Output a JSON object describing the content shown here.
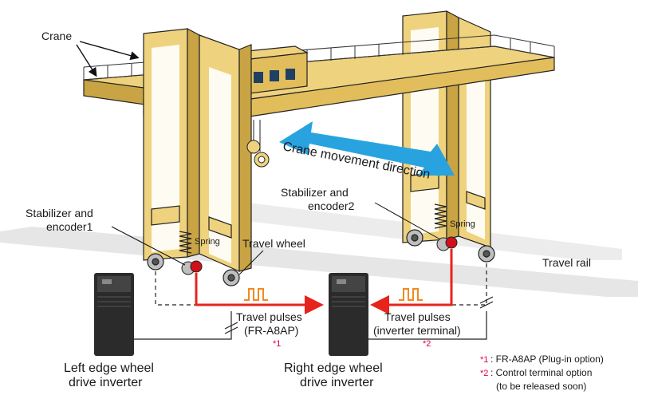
{
  "labels": {
    "crane": "Crane",
    "crane_direction": "Crane movement direction",
    "stabilizer1_line1": "Stabilizer and",
    "stabilizer1_line2": "encoder1",
    "stabilizer2_line1": "Stabilizer and",
    "stabilizer2_line2": "encoder2",
    "spring_left": "Spring",
    "spring_right": "Spring",
    "travel_wheel": "Travel wheel",
    "travel_rail": "Travel rail",
    "pulses_left_line1": "Travel pulses",
    "pulses_left_line2": "(FR-A8AP)",
    "pulses_left_mark": "*1",
    "pulses_right_line1": "Travel pulses",
    "pulses_right_line2": "(inverter terminal)",
    "pulses_right_mark": "*2",
    "left_inverter_line1": "Left edge wheel",
    "left_inverter_line2": "drive inverter",
    "right_inverter_line1": "Right edge wheel",
    "right_inverter_line2": "drive inverter"
  },
  "notes": [
    {
      "mark": "*1",
      "text": ": FR-A8AP (Plug-in option)"
    },
    {
      "mark": "*2",
      "text": ": Control terminal option"
    },
    {
      "mark": "",
      "text": "(to be released soon)"
    }
  ],
  "colors": {
    "crane_body": "#efd27e",
    "crane_shade": "#c9a445",
    "crane_outline": "#222222",
    "cab_window": "#1f3f63",
    "direction_arrow": "#29a3e0",
    "pulse_arrow": "#e8231c",
    "pulse_wave": "#f08a24",
    "note_mark": "#e0004d",
    "inverter": "#2b2b2b",
    "rail": "#d8d8d8",
    "encoder": "#d0101a"
  }
}
